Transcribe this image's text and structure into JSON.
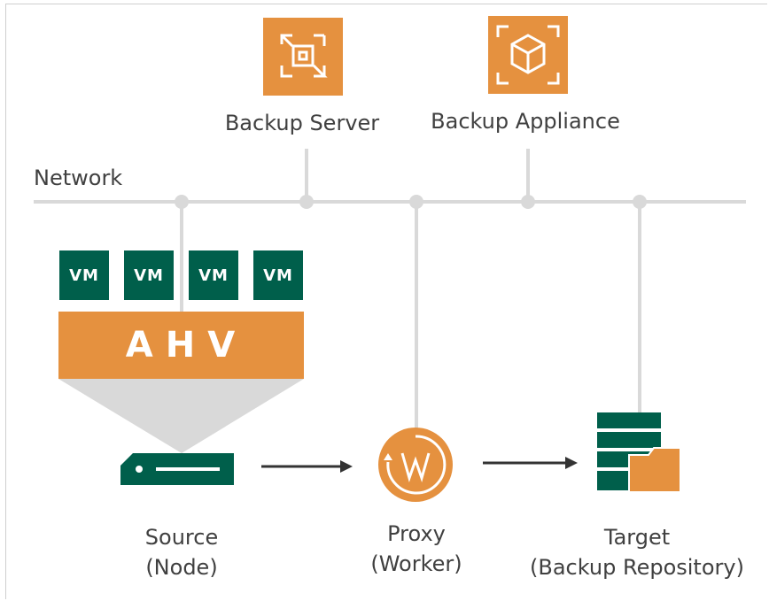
{
  "network": {
    "label": "Network"
  },
  "backup_server": {
    "label": "Backup Server",
    "icon": "backup-server-icon"
  },
  "backup_appliance": {
    "label": "Backup Appliance",
    "icon": "backup-appliance-icon"
  },
  "vms": [
    "VM",
    "VM",
    "VM",
    "VM"
  ],
  "hypervisor": {
    "label": "AHV"
  },
  "source": {
    "line1": "Source",
    "line2": "(Node)",
    "icon": "server-node-icon"
  },
  "proxy": {
    "line1": "Proxy",
    "line2": "(Worker)",
    "icon": "worker-icon"
  },
  "target": {
    "line1": "Target",
    "line2": "(Backup Repository)",
    "icon": "repository-icon"
  },
  "colors": {
    "orange": "#e5913f",
    "green": "#005f4b",
    "line": "#d9d9d9",
    "text": "#404040",
    "arrow": "#333333"
  }
}
